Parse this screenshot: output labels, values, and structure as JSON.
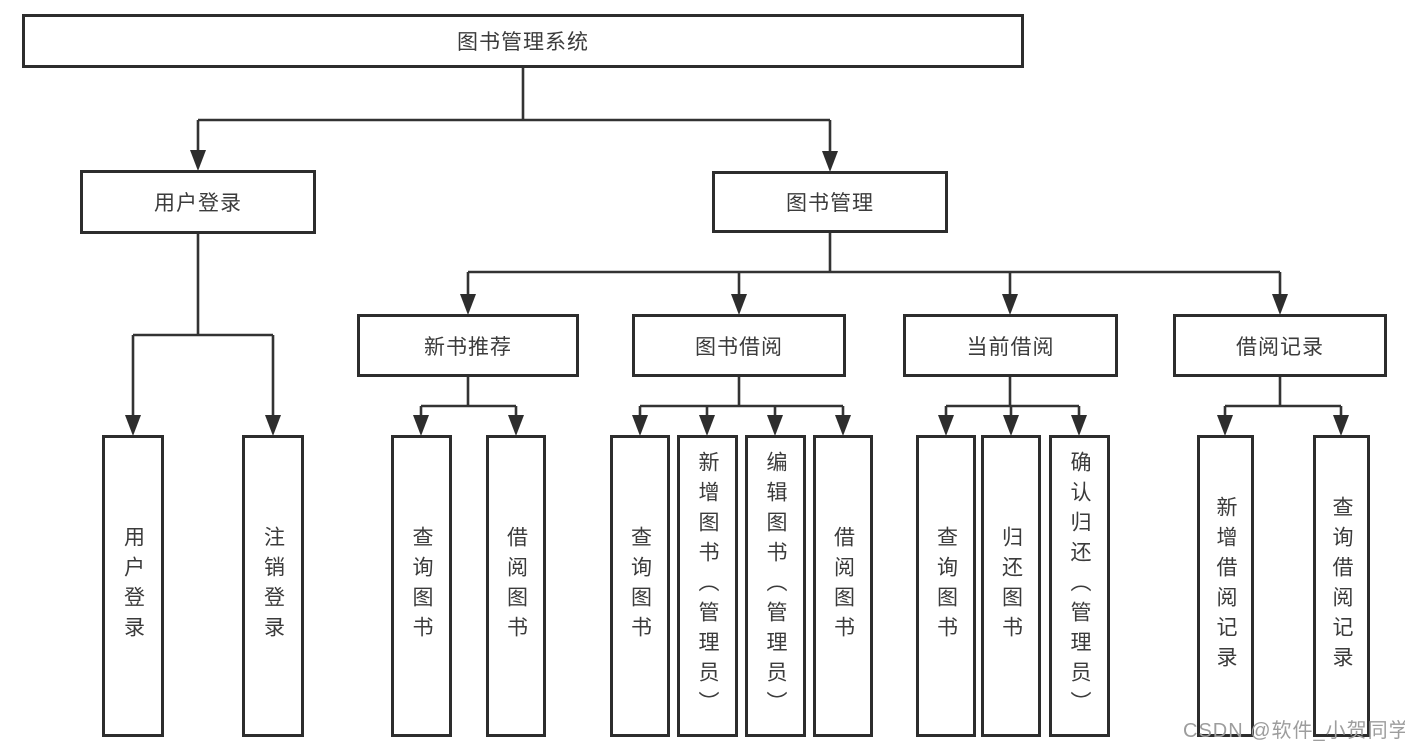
{
  "diagram_title": "图书管理系统",
  "watermark": "CSDN @软件_小贺同学",
  "colors": {
    "line": "#333333",
    "box_border": "#2d2d2d",
    "text": "#3b3b3b",
    "watermark_text": "#9d9d9d",
    "background": "#ffffff"
  },
  "tree": {
    "label": "图书管理系统",
    "children": [
      {
        "label": "用户登录",
        "children": [
          {
            "label": "用户登录"
          },
          {
            "label": "注销登录"
          }
        ]
      },
      {
        "label": "图书管理",
        "children": [
          {
            "label": "新书推荐",
            "children": [
              {
                "label": "查询图书"
              },
              {
                "label": "借阅图书"
              }
            ]
          },
          {
            "label": "图书借阅",
            "children": [
              {
                "label": "查询图书"
              },
              {
                "label": "新增图书（管理员）"
              },
              {
                "label": "编辑图书（管理员）"
              },
              {
                "label": "借阅图书"
              }
            ]
          },
          {
            "label": "当前借阅",
            "children": [
              {
                "label": "查询图书"
              },
              {
                "label": "归还图书"
              },
              {
                "label": "确认归还（管理员）"
              }
            ]
          },
          {
            "label": "借阅记录",
            "children": [
              {
                "label": "新增借阅记录"
              },
              {
                "label": "查询借阅记录"
              }
            ]
          }
        ]
      }
    ]
  }
}
